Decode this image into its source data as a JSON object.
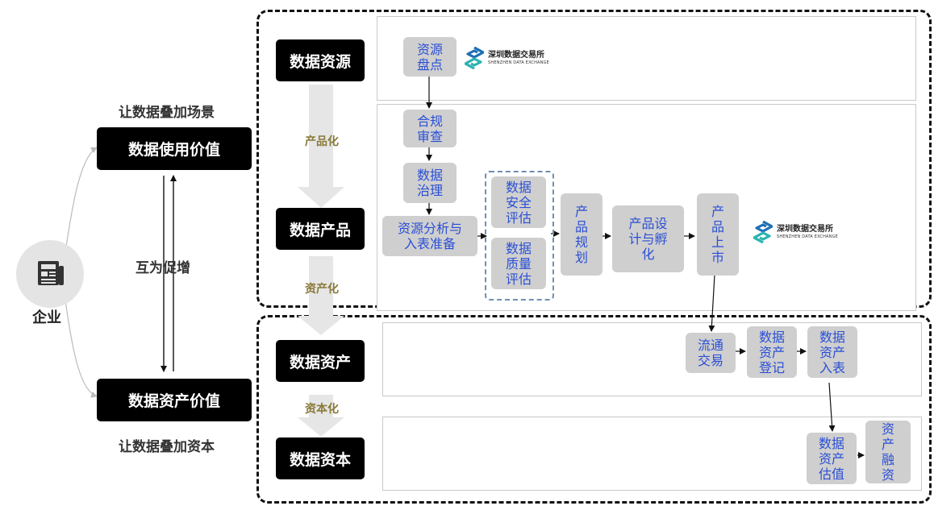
{
  "left": {
    "top_caption": "让数据叠加场景",
    "top_box": "数据使用价值",
    "middle_label": "互为促增",
    "bottom_box": "数据资产价值",
    "bottom_caption": "让数据叠加资本",
    "enterprise_label": "企业",
    "enterprise_icon": "newspaper-icon"
  },
  "stages": {
    "resource": "数据资源",
    "product": "数据产品",
    "asset": "数据资产",
    "capital": "数据资本",
    "productize": "产品化",
    "assetize": "资产化",
    "capitalize": "资本化"
  },
  "nodes": {
    "inventory": "资源\n盘点",
    "compliance": "合规\n审查",
    "governance": "数据\n治理",
    "analysis": "资源分析与\n入表准备",
    "security": "数据\n安全\n评估",
    "quality": "数据\n质量\n评估",
    "planning": "产\n品\n规\n划",
    "design": "产品设\n计与孵\n化",
    "launch": "产\n品\n上\n市",
    "trading": "流通\n交易",
    "registration": "数据\n资产\n登记",
    "booking": "数据\n资产\n入表",
    "valuation": "数据\n资产\n估值",
    "financing": "资\n产\n融\n资"
  },
  "logo": {
    "name_cn": "深圳数据交易所",
    "name_en": "SHENZHEN DATA EXCHANGE"
  },
  "colors": {
    "node_text": "#2a4fd6",
    "node_bg": "#cfcfcf",
    "stage_label": "#8a7a3a",
    "logo_blue": "#1f6fb5",
    "logo_teal": "#2bb3b0"
  }
}
